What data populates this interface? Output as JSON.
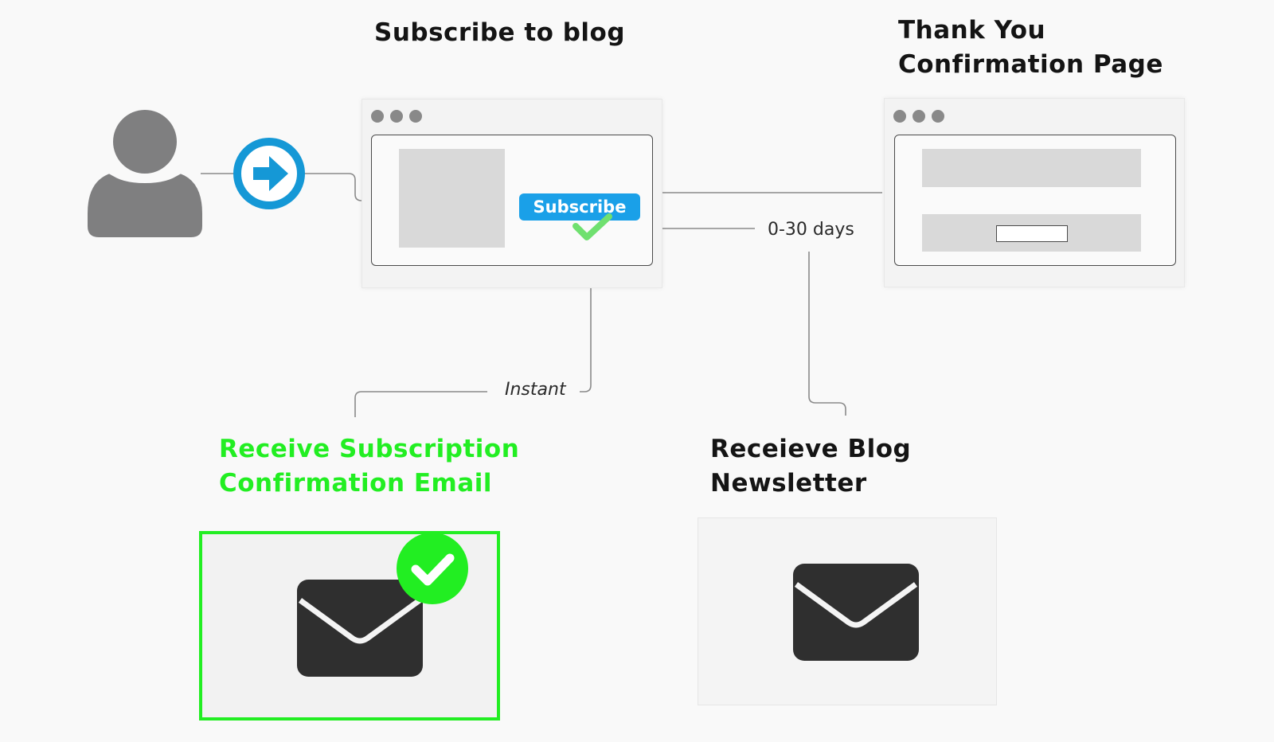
{
  "headings": {
    "subscribe": "Subscribe to blog",
    "thankyou_line1": "Thank You",
    "thankyou_line2": "Confirmation Page",
    "confirm_line1": "Receive Subscription",
    "confirm_line2": "Confirmation Email",
    "newsletter_line1": "Receieve Blog",
    "newsletter_line2": "Newsletter"
  },
  "buttons": {
    "subscribe": "Subscribe"
  },
  "labels": {
    "days": "0-30 days",
    "instant": "Instant"
  },
  "colors": {
    "accent_green": "#22ee22",
    "arrow_blue": "#1598d6",
    "button_blue": "#1aa0e8",
    "user_grey": "#7f7f80",
    "envelope": "#2f2f2f"
  },
  "icons": {
    "user": "user-icon",
    "arrow": "arrow-right-circle-icon",
    "check": "checkmark-icon",
    "envelope": "envelope-icon"
  }
}
